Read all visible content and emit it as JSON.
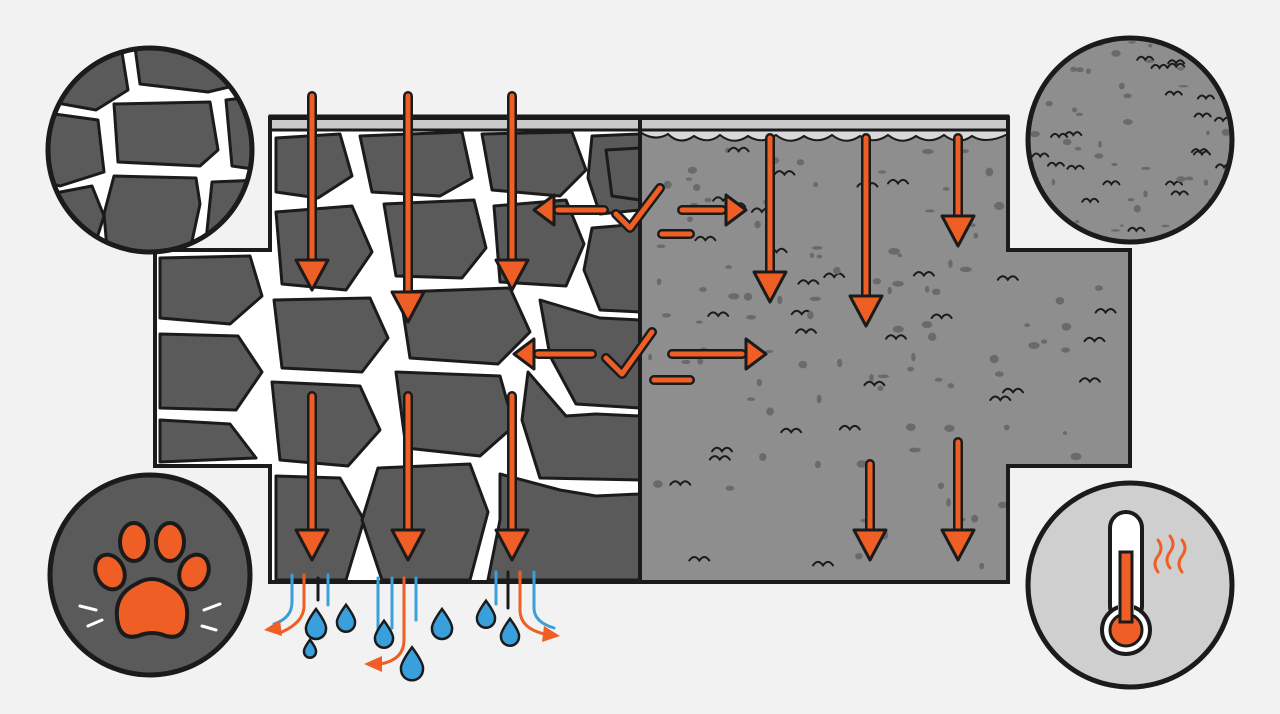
{
  "colors": {
    "background": "#f2f2f2",
    "outline": "#1b1b1b",
    "stone": "#5a5a5a",
    "stone_dark": "#3c3c3c",
    "grout": "#ffffff",
    "concrete": "#8e8e8e",
    "concrete_speck": "#6a6a6a",
    "accent_orange": "#ef5f25",
    "water_blue": "#3aa0dc",
    "cap": "#c9c9c9",
    "badge_light": "#cfcfcf"
  },
  "panels": {
    "left": {
      "material": "stone-pavers",
      "surface_arrows": 3,
      "subsurface_arrows": 3
    },
    "right": {
      "material": "poured-concrete",
      "surface_arrows": 3,
      "subsurface_arrows": 2
    }
  },
  "icons": {
    "top_left": "paver-texture-closeup-icon",
    "top_right": "concrete-texture-closeup-icon",
    "bottom_left": "paw-print-icon",
    "bottom_right": "thermometer-heat-icon",
    "center": "check-mark-icon"
  }
}
